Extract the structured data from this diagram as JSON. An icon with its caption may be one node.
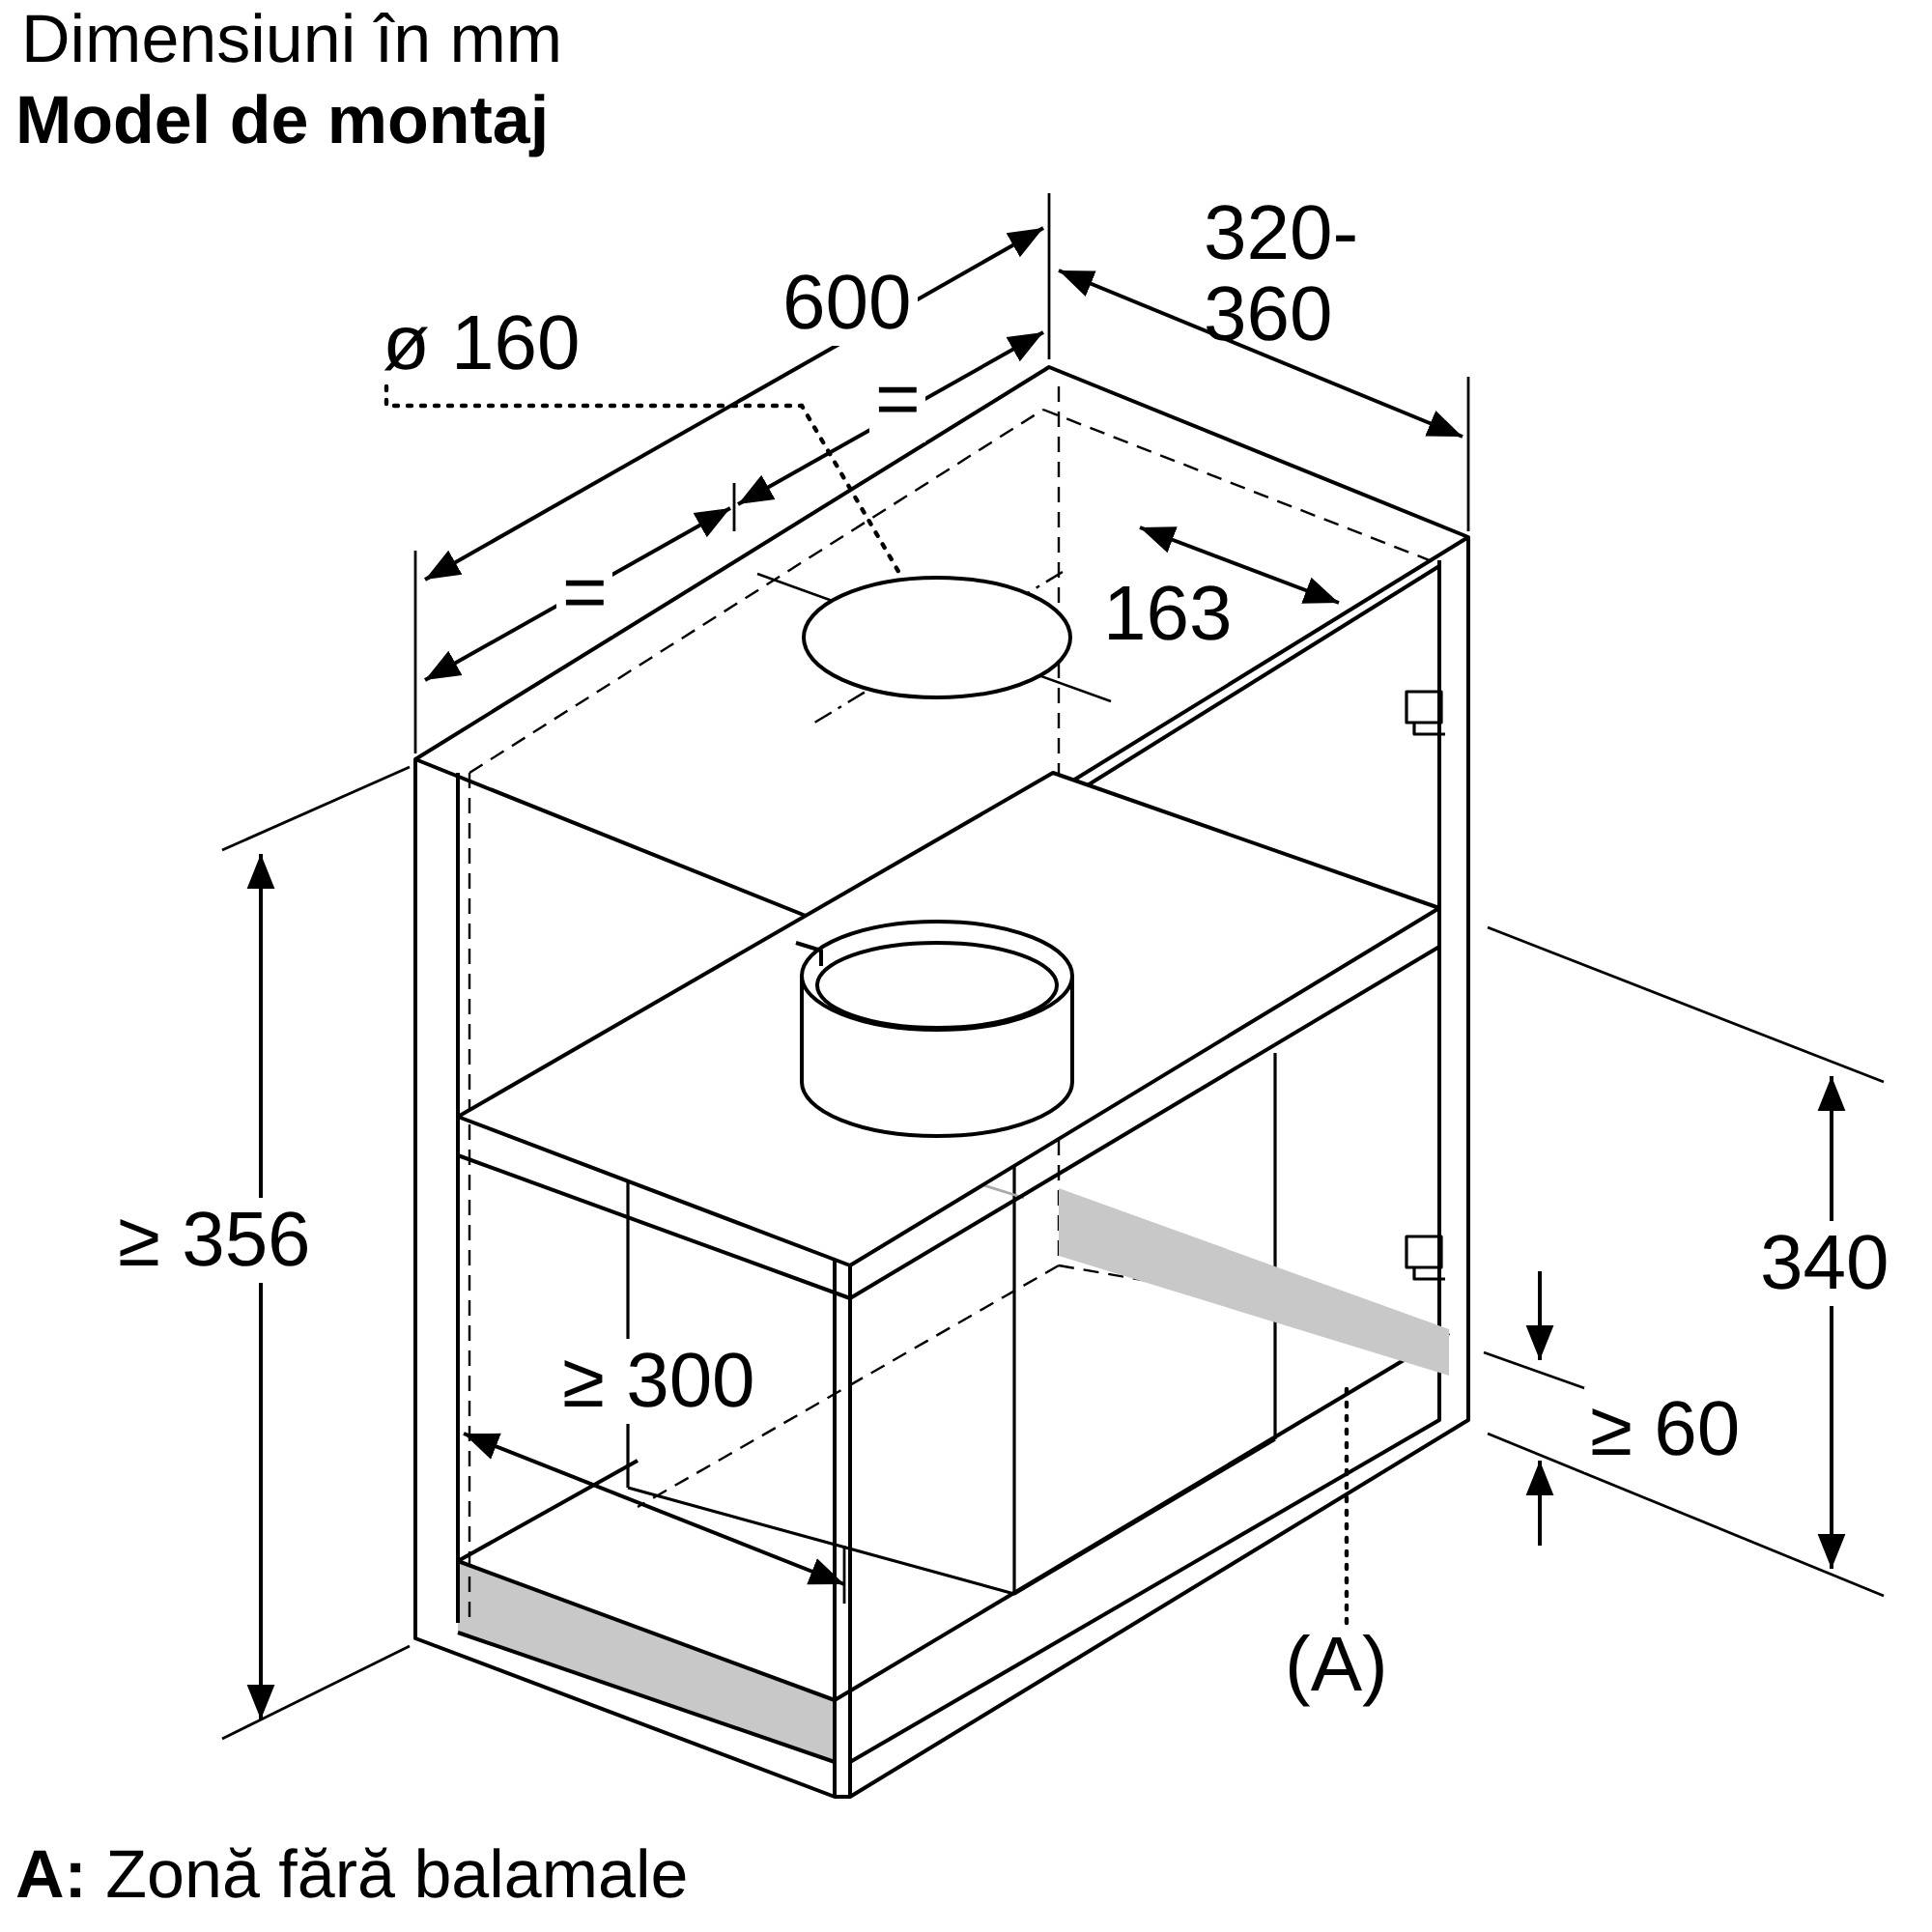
{
  "diagram": {
    "title": "Model de montaj",
    "caption": "**A:** Zonă fără balamale",
    "nodes": [
      {
        "text": [
          "ø 160"
        ]
      },
      {
        "text": [],
        "shape": "circle"
      },
      {
        "text": [
          "(A)"
        ]
      },
      {
        "text": [],
        "shape": "bar"
      }
    ],
    "edges": [
      {
        "from": 0,
        "to": 1,
        "arrow": "none",
        "style": "dashed"
      },
      {
        "from": 2,
        "to": 3,
        "arrow": "none",
        "style": "dashed"
      }
    ],
    "labels": [
      "Dimensiuni în mm",
      "600",
      "=",
      "=",
      "320- 360",
      "163",
      "≥ 356",
      "≥ 300",
      "340",
      "≥ 60"
    ]
  }
}
